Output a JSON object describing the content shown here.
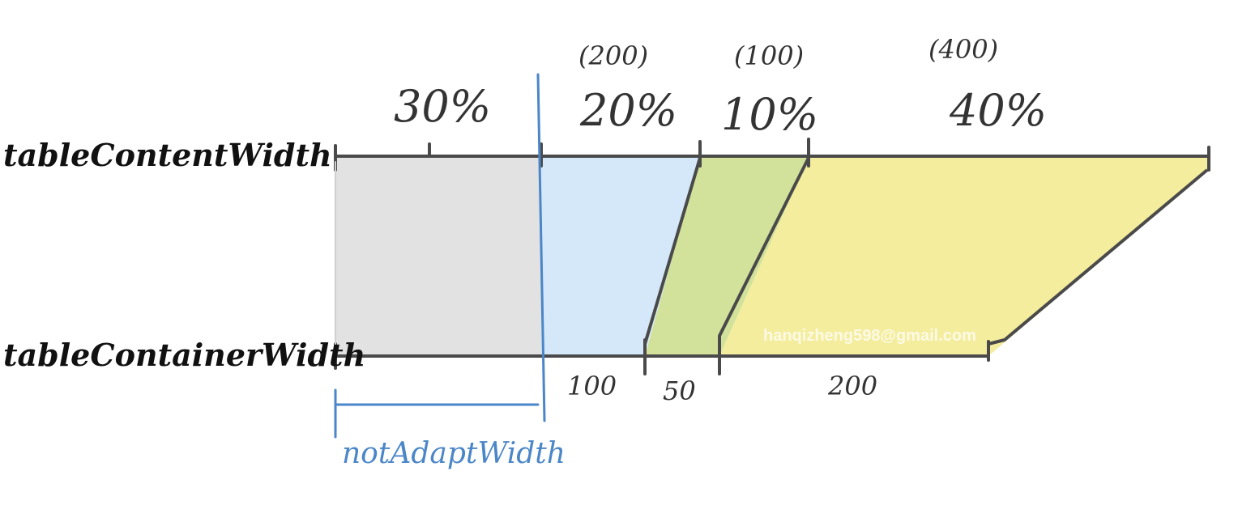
{
  "labels": {
    "content_width": "tableContentWidth",
    "container_width": "tableContainerWidth",
    "not_adapt_width": "notAdaptWidth",
    "watermark": "hanqizheng598@gmail.com"
  },
  "columns": [
    {
      "percent": "30%",
      "paren": "",
      "container": "",
      "color": "#e2e2e2"
    },
    {
      "percent": "20%",
      "paren": "(200)",
      "container": "100",
      "color": "#d5e8f9"
    },
    {
      "percent": "10%",
      "paren": "(100)",
      "container": "50",
      "color": "#d2e29a"
    },
    {
      "percent": "40%",
      "paren": "(400)",
      "container": "200",
      "color": "#f4ed9e"
    }
  ]
}
